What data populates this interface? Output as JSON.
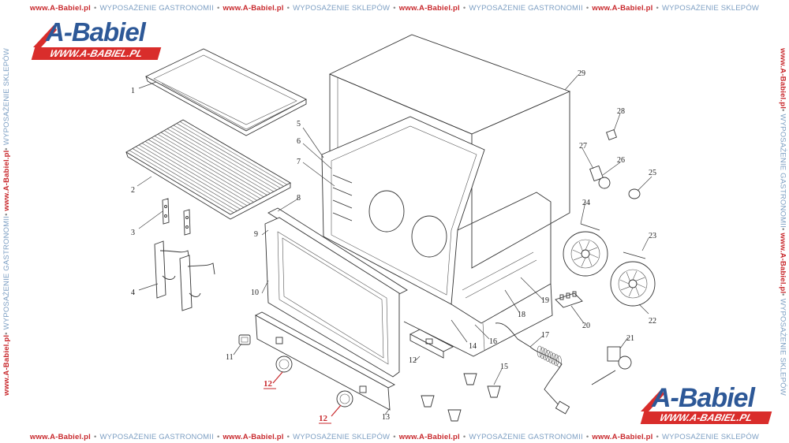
{
  "watermark": {
    "url": "www.A-Babiel.pl",
    "gastro": "WYPOSAŻENIE GASTRONOMII",
    "shop": "WYPOSAŻENIE SKLEPÓW"
  },
  "logo": {
    "name": "A-Babiel",
    "url": "WWW.A-BABIEL.PL"
  },
  "parts": [
    {
      "num": "1"
    },
    {
      "num": "2"
    },
    {
      "num": "3"
    },
    {
      "num": "4"
    },
    {
      "num": "5"
    },
    {
      "num": "6"
    },
    {
      "num": "7"
    },
    {
      "num": "8"
    },
    {
      "num": "9"
    },
    {
      "num": "10"
    },
    {
      "num": "11"
    },
    {
      "num": "12"
    },
    {
      "num": "13"
    },
    {
      "num": "14"
    },
    {
      "num": "15"
    },
    {
      "num": "16"
    },
    {
      "num": "17"
    },
    {
      "num": "18"
    },
    {
      "num": "19"
    },
    {
      "num": "20"
    },
    {
      "num": "21"
    },
    {
      "num": "22"
    },
    {
      "num": "23"
    },
    {
      "num": "24"
    },
    {
      "num": "25"
    },
    {
      "num": "26"
    },
    {
      "num": "27"
    },
    {
      "num": "28"
    },
    {
      "num": "29"
    }
  ],
  "highlight_labels": [
    {
      "num": "12"
    },
    {
      "num": "12"
    }
  ],
  "colors": {
    "watermark_red": "#c8282c",
    "watermark_blue": "#7d9fc3",
    "logo_blue": "#2d5897",
    "logo_red": "#d92d2b"
  }
}
